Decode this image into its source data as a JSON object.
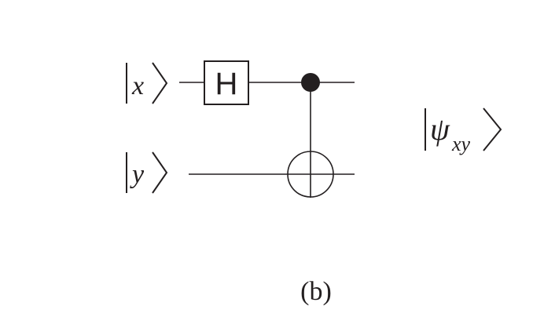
{
  "diagram": {
    "inputs": [
      {
        "symbol": "x",
        "wire": 0
      },
      {
        "symbol": "y",
        "wire": 1
      }
    ],
    "gates": [
      {
        "kind": "hadamard",
        "label": "H",
        "wire": 0
      },
      {
        "kind": "cnot",
        "control_wire": 0,
        "target_wire": 1
      }
    ],
    "output": {
      "symbol": "ψ",
      "subscript": "xy"
    },
    "caption": "(b)",
    "colors": {
      "ink": "#231f20",
      "background": "#ffffff"
    }
  }
}
